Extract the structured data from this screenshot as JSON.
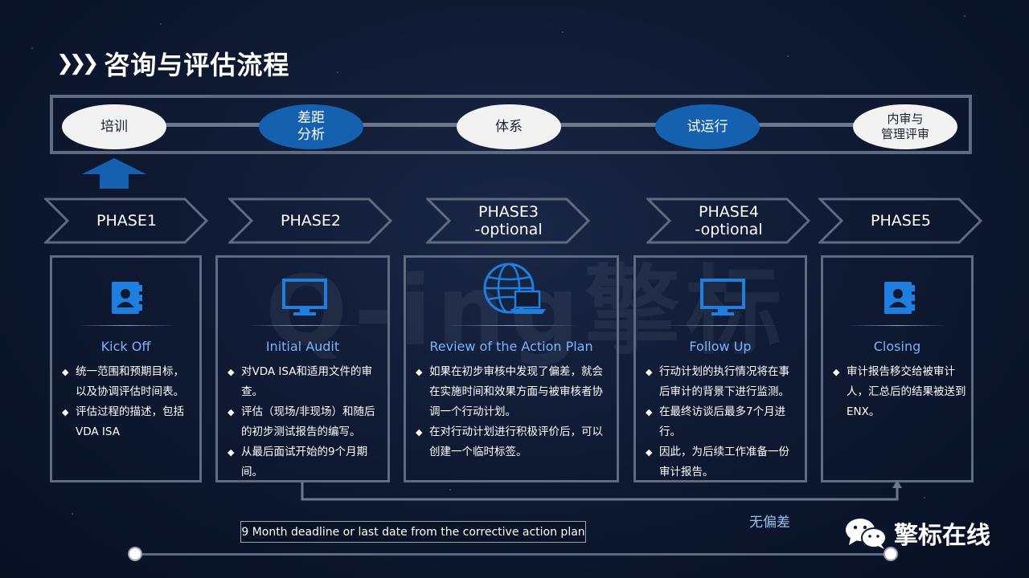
{
  "title": "咨询与评估流程",
  "watermark": "Q-ing擎标",
  "timeline": [
    {
      "label": "培训",
      "style": "white"
    },
    {
      "label": "差距\n分析",
      "style": "blue"
    },
    {
      "label": "体系",
      "style": "white"
    },
    {
      "label": "试运行",
      "style": "blue"
    },
    {
      "label": "内审与\n管理评审",
      "style": "white"
    }
  ],
  "phases": [
    {
      "label": "PHASE1"
    },
    {
      "label": "PHASE2"
    },
    {
      "label": "PHASE3\n-optional"
    },
    {
      "label": "PHASE4\n-optional"
    },
    {
      "label": "PHASE5"
    }
  ],
  "panels": [
    {
      "icon": "contact-book-icon",
      "heading": "Kick Off",
      "bullets": [
        "统一范围和预期目标，以及协调评估时间表。",
        "评估过程的描述，包括VDA ISA"
      ]
    },
    {
      "icon": "monitor-icon",
      "heading": "Initial Audit",
      "bullets": [
        "对VDA ISA和适用文件的审查。",
        "评估（现场/非现场）和随后的初步测试报告的编写。",
        "从最后面试开始的9个月期间。"
      ]
    },
    {
      "icon": "globe-laptop-icon",
      "heading": "Review of the Action Plan",
      "bullets": [
        "如果在初步审核中发现了偏差，就会在实施时间和效果方面与被审核者协调一个行动计划。",
        "在对行动计划进行积极评价后，可以创建一个临时标签。"
      ]
    },
    {
      "icon": "monitor-icon",
      "heading": "Follow Up",
      "bullets": [
        "行动计划的执行情况将在事后审计的背景下进行监测。",
        "在最终访谈后最多7个月进行。",
        "因此，为后续工作准备一份审计报告。"
      ]
    },
    {
      "icon": "contact-book-icon",
      "heading": "Closing",
      "bullets": [
        "审计报告移交给被审计人，汇总后的结果被送到ENX。"
      ]
    }
  ],
  "no_deviation": "无偏差",
  "deadline": "9 Month deadline or last date from the corrective action plan",
  "brand": "擎标在线",
  "colors": {
    "accent_blue": "#1561b0",
    "heading_blue": "#78b4ff",
    "border": "#5f6b80"
  }
}
